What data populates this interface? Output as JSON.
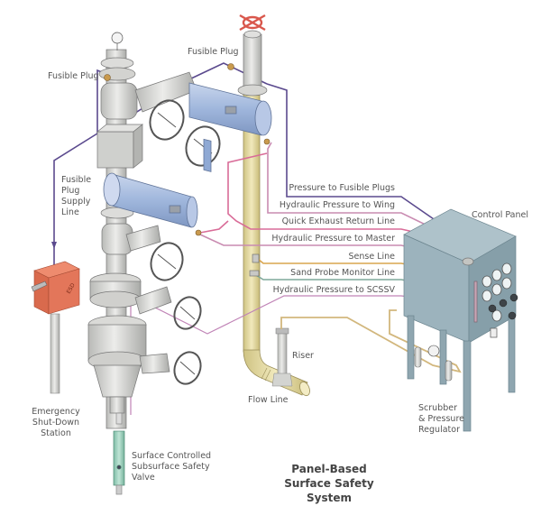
{
  "title": {
    "line1": "Panel-Based",
    "line2": "Surface Safety System"
  },
  "labels": {
    "fusible_plug_left": "Fusible Plug",
    "fusible_plug_top": "Fusible Plug",
    "fusible_plug_supply_line": "Fusible\nPlug\nSupply\nLine",
    "control_panel": "Control Panel",
    "emergency_shutdown_station": "Emergency\nShut-Down\nStation",
    "esd_box_text": "ESD",
    "scssv": "Surface Controlled\nSubsurface Safety\nValve",
    "flow_line": "Flow Line",
    "riser": "Riser",
    "scrubber": "Scrubber\n& Pressure\nRegulator"
  },
  "control_lines": [
    {
      "label": "Pressure to Fusible Plugs",
      "color": "#5b4a8e"
    },
    {
      "label": "Hydraulic Pressure to Wing",
      "color": "#c98bb1"
    },
    {
      "label": "Quick Exhaust Return Line",
      "color": "#d96c98"
    },
    {
      "label": "Hydraulic Pressure to Master",
      "color": "#c98bb1"
    },
    {
      "label": "Sense Line",
      "color": "#d9a54e"
    },
    {
      "label": "Sand Probe Monitor Line",
      "color": "#7fa89a"
    },
    {
      "label": "Hydraulic Pressure to SCSSV",
      "color": "#c083b6"
    }
  ],
  "colors": {
    "panel": "#9cb3bd",
    "panel_dark": "#869fa9",
    "panel_top": "#aec2ca",
    "flowline": "#e8dfa6",
    "actuator_blue": "#9fb6dc",
    "steel": "#d8d9d6",
    "esd_orange": "#e07155",
    "scssv_green": "#9fd2c0",
    "handwheel_red": "#d9574c"
  }
}
